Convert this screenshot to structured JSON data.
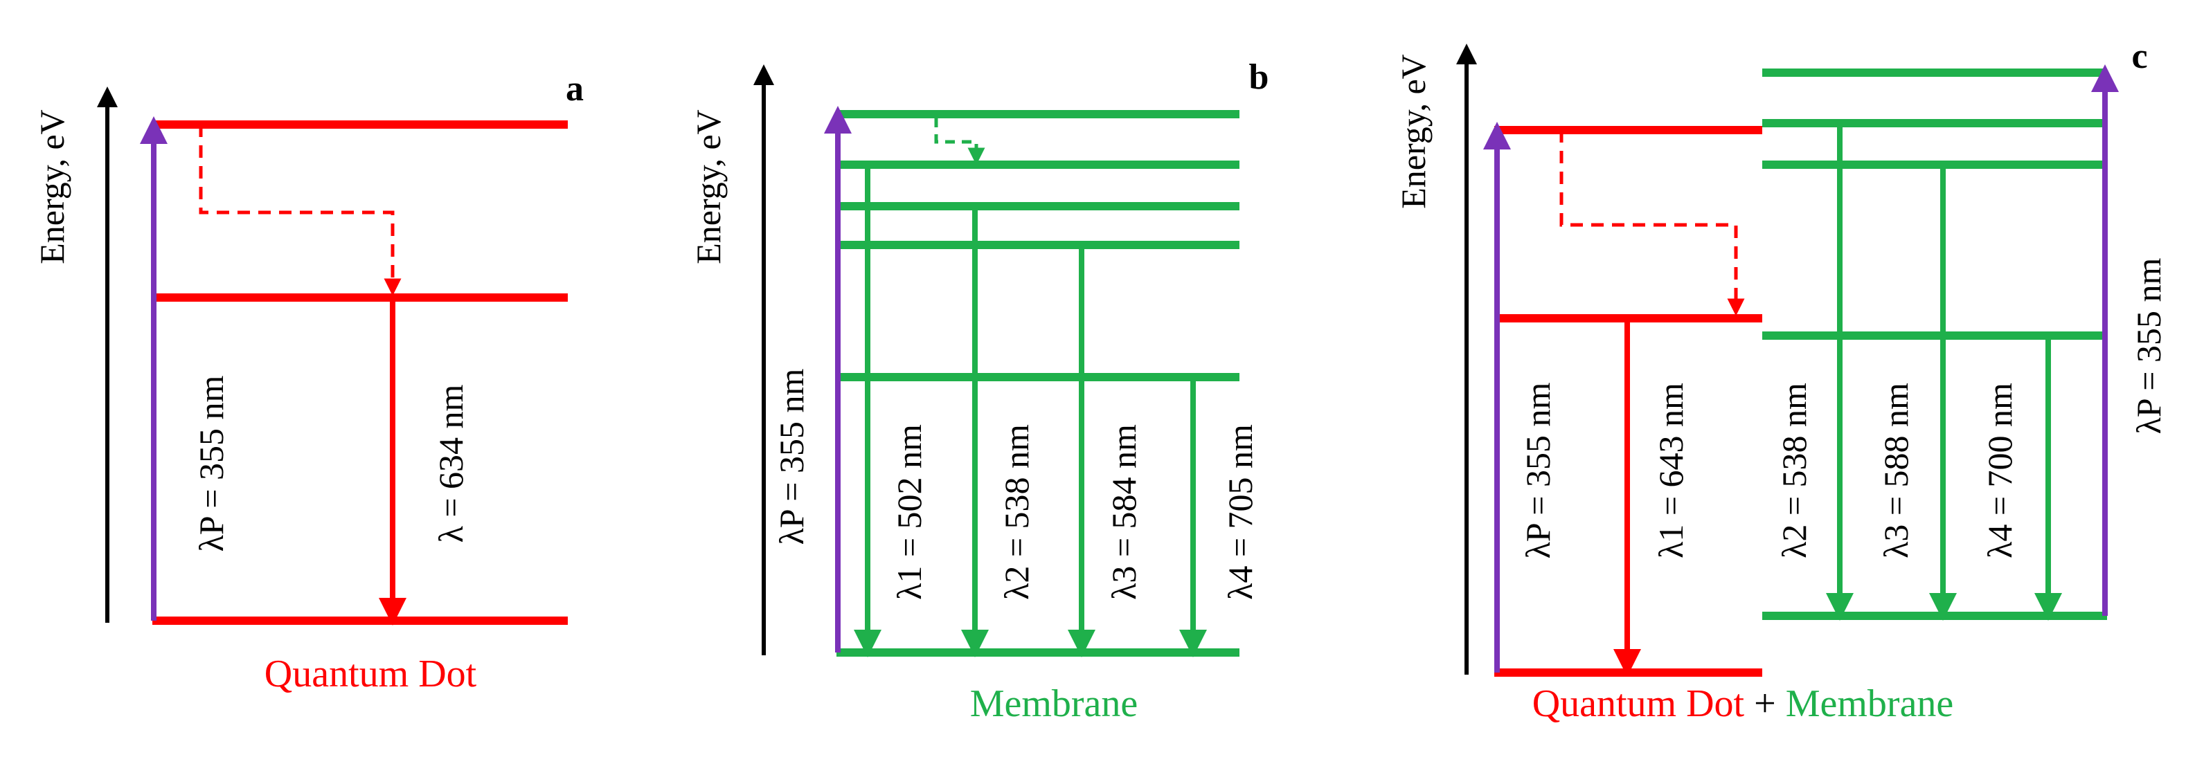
{
  "colors": {
    "red": "#ff0000",
    "green": "#1fb04b",
    "purple": "#7a32b8",
    "black": "#000000"
  },
  "panels": [
    {
      "id": "a",
      "panel_label": "a",
      "axis_label": "Energy, eV",
      "caption_parts": [
        {
          "text": "Quantum Dot",
          "color": "red"
        }
      ],
      "pump_label": "λP = 355 nm",
      "emissions": [
        {
          "label": "λ = 634 nm",
          "color": "red"
        }
      ]
    },
    {
      "id": "b",
      "panel_label": "b",
      "axis_label": "Energy, eV",
      "caption_parts": [
        {
          "text": "Membrane",
          "color": "green"
        }
      ],
      "pump_label": "λP = 355 nm",
      "emissions": [
        {
          "label": "λ1 = 502 nm",
          "color": "green"
        },
        {
          "label": "λ2 = 538 nm",
          "color": "green"
        },
        {
          "label": "λ3 = 584 nm",
          "color": "green"
        },
        {
          "label": "λ4 = 705 nm",
          "color": "green"
        }
      ]
    },
    {
      "id": "c",
      "panel_label": "c",
      "axis_label": "Energy, eV",
      "caption_parts": [
        {
          "text": "Quantum Dot",
          "color": "red"
        },
        {
          "text": " + ",
          "color": "black"
        },
        {
          "text": "Membrane",
          "color": "green"
        }
      ],
      "pump_labels": [
        "λP = 355 nm",
        "λP = 355 nm"
      ],
      "emissions": [
        {
          "label": "λ1 = 643 nm",
          "color": "red"
        },
        {
          "label": "λ2 = 538 nm",
          "color": "green"
        },
        {
          "label": "λ3 = 588 nm",
          "color": "green"
        },
        {
          "label": "λ4 = 700 nm",
          "color": "green"
        }
      ]
    }
  ]
}
